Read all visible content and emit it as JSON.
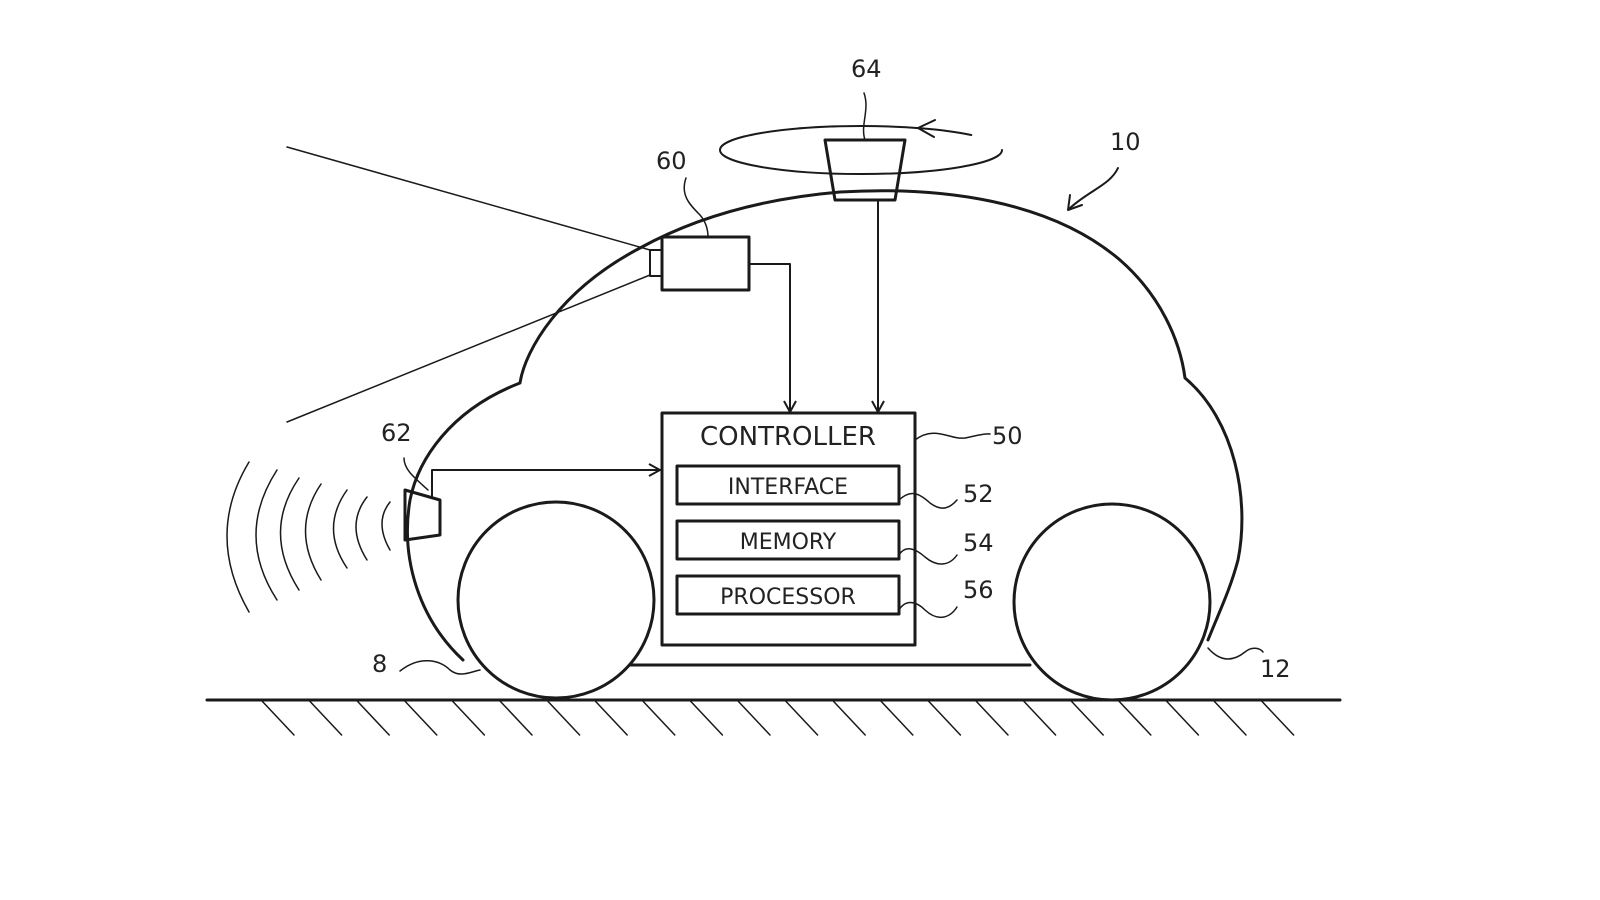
{
  "figure": {
    "vehicle_ref": "10",
    "controller": {
      "title": "CONTROLLER",
      "ref": "50",
      "modules": [
        {
          "label": "INTERFACE",
          "ref": "52"
        },
        {
          "label": "MEMORY",
          "ref": "54"
        },
        {
          "label": "PROCESSOR",
          "ref": "56"
        }
      ]
    },
    "camera_ref": "60",
    "front_sensor_ref": "62",
    "roof_sensor_ref": "64",
    "front_wheel_ref": "8",
    "rear_wheel_ref": "12"
  },
  "colors": {
    "line": "#1a1a1a",
    "background": "#ffffff"
  }
}
